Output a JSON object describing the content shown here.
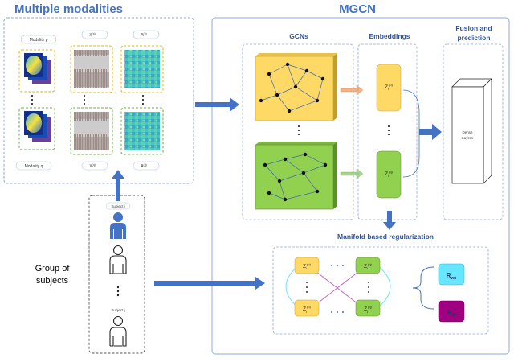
{
  "left_panel": {
    "title": "Multiple modalities",
    "modality_top": "Modality p",
    "modality_bottom": "Modality q",
    "x_top": "X",
    "x_top_sup": "(p)",
    "a_top": "A",
    "a_top_sup": "(p)",
    "x_bottom": "X",
    "x_bottom_sup": "(q)",
    "a_bottom": "A",
    "a_bottom_sup": "(q)"
  },
  "right_panel": {
    "title": "MGCN",
    "gcns_label": "GCNs",
    "embeddings_label": "Embeddings",
    "fusion_label_1": "Fusion and",
    "fusion_label_2": "prediction",
    "dense_label_1": "Dense",
    "dense_label_2": "Layers",
    "z_top": "Z",
    "z_top_sub": "i",
    "z_top_sup": "(p)",
    "z_bottom": "Z",
    "z_bottom_sub": "i",
    "z_bottom_sup": "(q)",
    "manifold_label": "Manifold based regularization"
  },
  "manifold_box": {
    "z_labels": [
      {
        "base": "Z",
        "sub": "i",
        "sup": "(p)"
      },
      {
        "base": "Z",
        "sub": "i",
        "sup": "(q)"
      },
      {
        "base": "Z",
        "sub": "j",
        "sup": "(p)"
      },
      {
        "base": "Z",
        "sub": "j",
        "sup": "(q)"
      }
    ],
    "r_top": "R",
    "r_top_sub": "wn",
    "r_bottom": "R",
    "r_bottom_sub": "bt"
  },
  "subjects": {
    "subject_i": "Subject i",
    "subject_j": "Subject j",
    "group_label_1": "Group of",
    "group_label_2": "subjects"
  },
  "colors": {
    "title_blue": "#4472c4",
    "arrow_blue": "#4472c4",
    "panel_border": "#8faadc",
    "gcn_yellow": "#ffd966",
    "gcn_green": "#92d050",
    "embed_yellow": "#ffd966",
    "embed_green": "#92d050",
    "r_cyan": "#66e6ff",
    "r_purple": "#a00080"
  }
}
